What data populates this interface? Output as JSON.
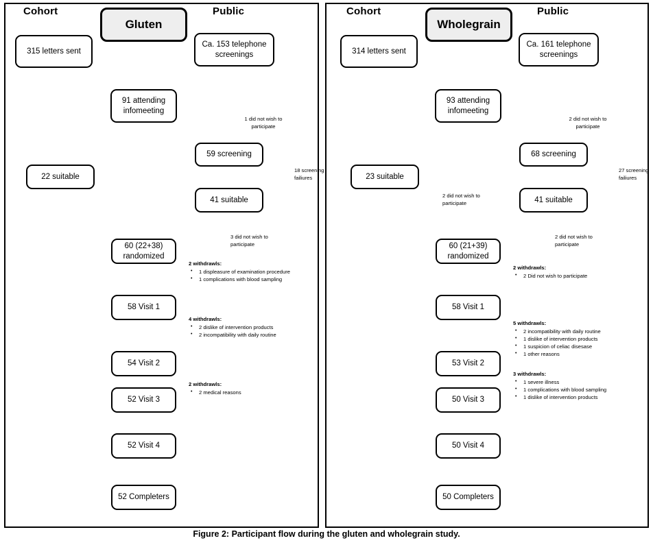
{
  "figure": {
    "caption": "Figure 2: Participant flow during the gluten and wholegrain study.",
    "accent_box_fill": "#eeeeee",
    "line_color": "#000000"
  },
  "panels": [
    {
      "id": "gluten",
      "title": "Gluten",
      "columns": {
        "left": "Cohort",
        "right": "Public"
      },
      "nodes": {
        "letters": "315 letters sent",
        "telephone_l1": "Ca. 153  telephone",
        "telephone_l2": "screenings",
        "info_l1": "91 attending",
        "info_l2": "infomeeting",
        "suitable_cohort": "22 suitable",
        "screening": "59 screening",
        "suitable_public": "41 suitable",
        "randomized_l1": "60 (22+38)",
        "randomized_l2": "randomized",
        "visit1": "58 Visit 1",
        "visit2": "54 Visit 2",
        "visit3": "52 Visit 3",
        "visit4": "52 Visit 4",
        "completers": "52 Completers"
      },
      "notes": {
        "info_drop_l1": "1 did not wish to",
        "info_drop_l2": "participate",
        "screen_fail_l1": "18 screening",
        "screen_fail_l2": "failiures",
        "suitable_drop_l1": "3 did not wish to",
        "suitable_drop_l2": "participate",
        "rand_wd_head": "2 withdrawls:",
        "rand_wd_items": [
          "1 displeasure of examination procedure",
          "1 complications with blood sampling"
        ],
        "v1_wd_head": "4 withdrawls:",
        "v1_wd_items": [
          "2 dislike of intervention products",
          "2 incompatibility with daily routine"
        ],
        "v2_wd_head": "2 withdrawls:",
        "v2_wd_items": [
          "2 medical reasons"
        ]
      }
    },
    {
      "id": "wholegrain",
      "title": "Wholegrain",
      "columns": {
        "left": "Cohort",
        "right": "Public"
      },
      "nodes": {
        "letters": "314 letters sent",
        "telephone_l1": "Ca. 161  telephone",
        "telephone_l2": "screenings",
        "info_l1": "93 attending",
        "info_l2": "infomeeting",
        "suitable_cohort": "23 suitable",
        "screening": "68 screening",
        "suitable_public": "41 suitable",
        "randomized_l1": "60 (21+39)",
        "randomized_l2": "randomized",
        "visit1": "58 Visit 1",
        "visit2": "53 Visit 2",
        "visit3": "50 Visit 3",
        "visit4": "50 Visit 4",
        "completers": "50 Completers"
      },
      "notes": {
        "info_drop_l1": "2 did not wish to",
        "info_drop_l2": "participate",
        "screen_fail_l1": "27 screening",
        "screen_fail_l2": "failiures",
        "cohort_drop_l1": "2 did not wish to",
        "cohort_drop_l2": "participate",
        "suitable_drop_l1": "2 did not wish to",
        "suitable_drop_l2": "participate",
        "rand_wd_head": "2 withdrawls:",
        "rand_wd_items": [
          "2 Did not wish to participate"
        ],
        "v1_wd_head": "5 withdrawls:",
        "v1_wd_items": [
          "2 incompatibility with daily routine",
          "1 dislike of intervention products",
          "1 suspicion of celiac disesase",
          "1 other reasons"
        ],
        "v2_wd_head": "3 withdrawls:",
        "v2_wd_items": [
          "1 severe illness",
          "1 complications with blood sampling",
          "1 dislike of intervention products"
        ]
      }
    }
  ]
}
